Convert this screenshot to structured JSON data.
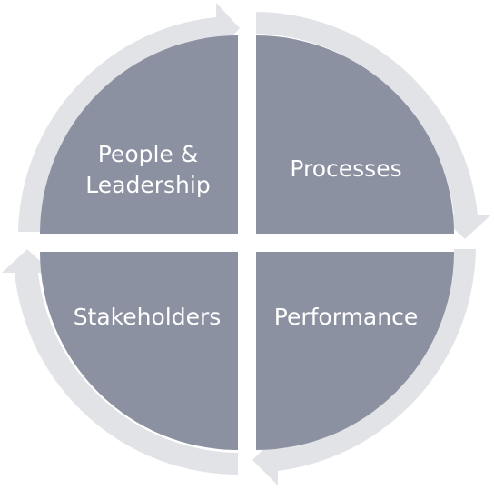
{
  "diagram": {
    "quadrants": {
      "top_left": {
        "line1": "People &",
        "line2": "Leadership"
      },
      "top_right": {
        "label": "Processes"
      },
      "bottom_left": {
        "label": "Stakeholders"
      },
      "bottom_right": {
        "label": "Performance"
      }
    },
    "colors": {
      "quadrant_fill": "#8c91a2",
      "ring_fill": "#e2e3e7",
      "label_text": "#ffffff"
    }
  }
}
